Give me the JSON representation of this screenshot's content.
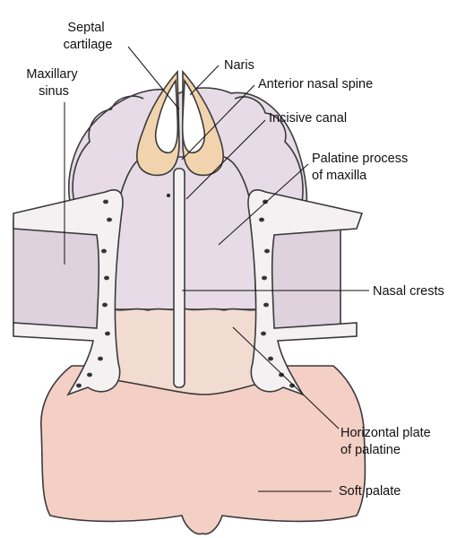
{
  "labels": {
    "septal_cartilage": [
      "Septal",
      "cartilage"
    ],
    "naris": "Naris",
    "maxillary_sinus": [
      "Maxillary",
      "sinus"
    ],
    "anterior_nasal_spine": "Anterior nasal spine",
    "incisive_canal": "Incisive canal",
    "palatine_process": [
      "Palatine process",
      "of maxilla"
    ],
    "nasal_crests": "Nasal crests",
    "horizontal_plate": [
      "Horizontal plate",
      "of palatine"
    ],
    "soft_palate": "Soft palate"
  },
  "colors": {
    "maxilla": "#e6dbe7",
    "palatine_plate": "#f2dcd2",
    "soft_palate": "#f4cfc5",
    "sinus_bone": "#ddd2dd",
    "cartilage": "#f1d4ae",
    "cancellous": "#f5f1f3",
    "outline": "#3a3a3a"
  }
}
